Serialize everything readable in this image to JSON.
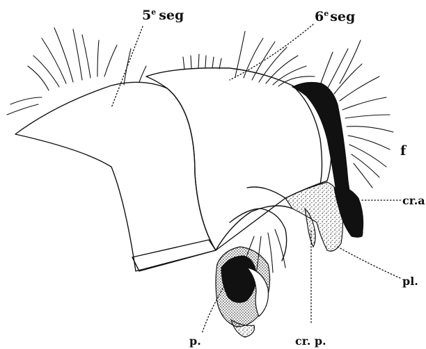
{
  "labels": {
    "seg5_num": "5",
    "seg5_sup": "e",
    "seg5_word": "seg",
    "seg6_num": "6",
    "seg6_sup": "e",
    "seg6_word": "seg",
    "f": "f",
    "cra": "cr.a.",
    "pl": "pl.",
    "crp": "cr. p.",
    "p": "p."
  },
  "colors": {
    "ink": "#111111",
    "paper": "#ffffff"
  }
}
